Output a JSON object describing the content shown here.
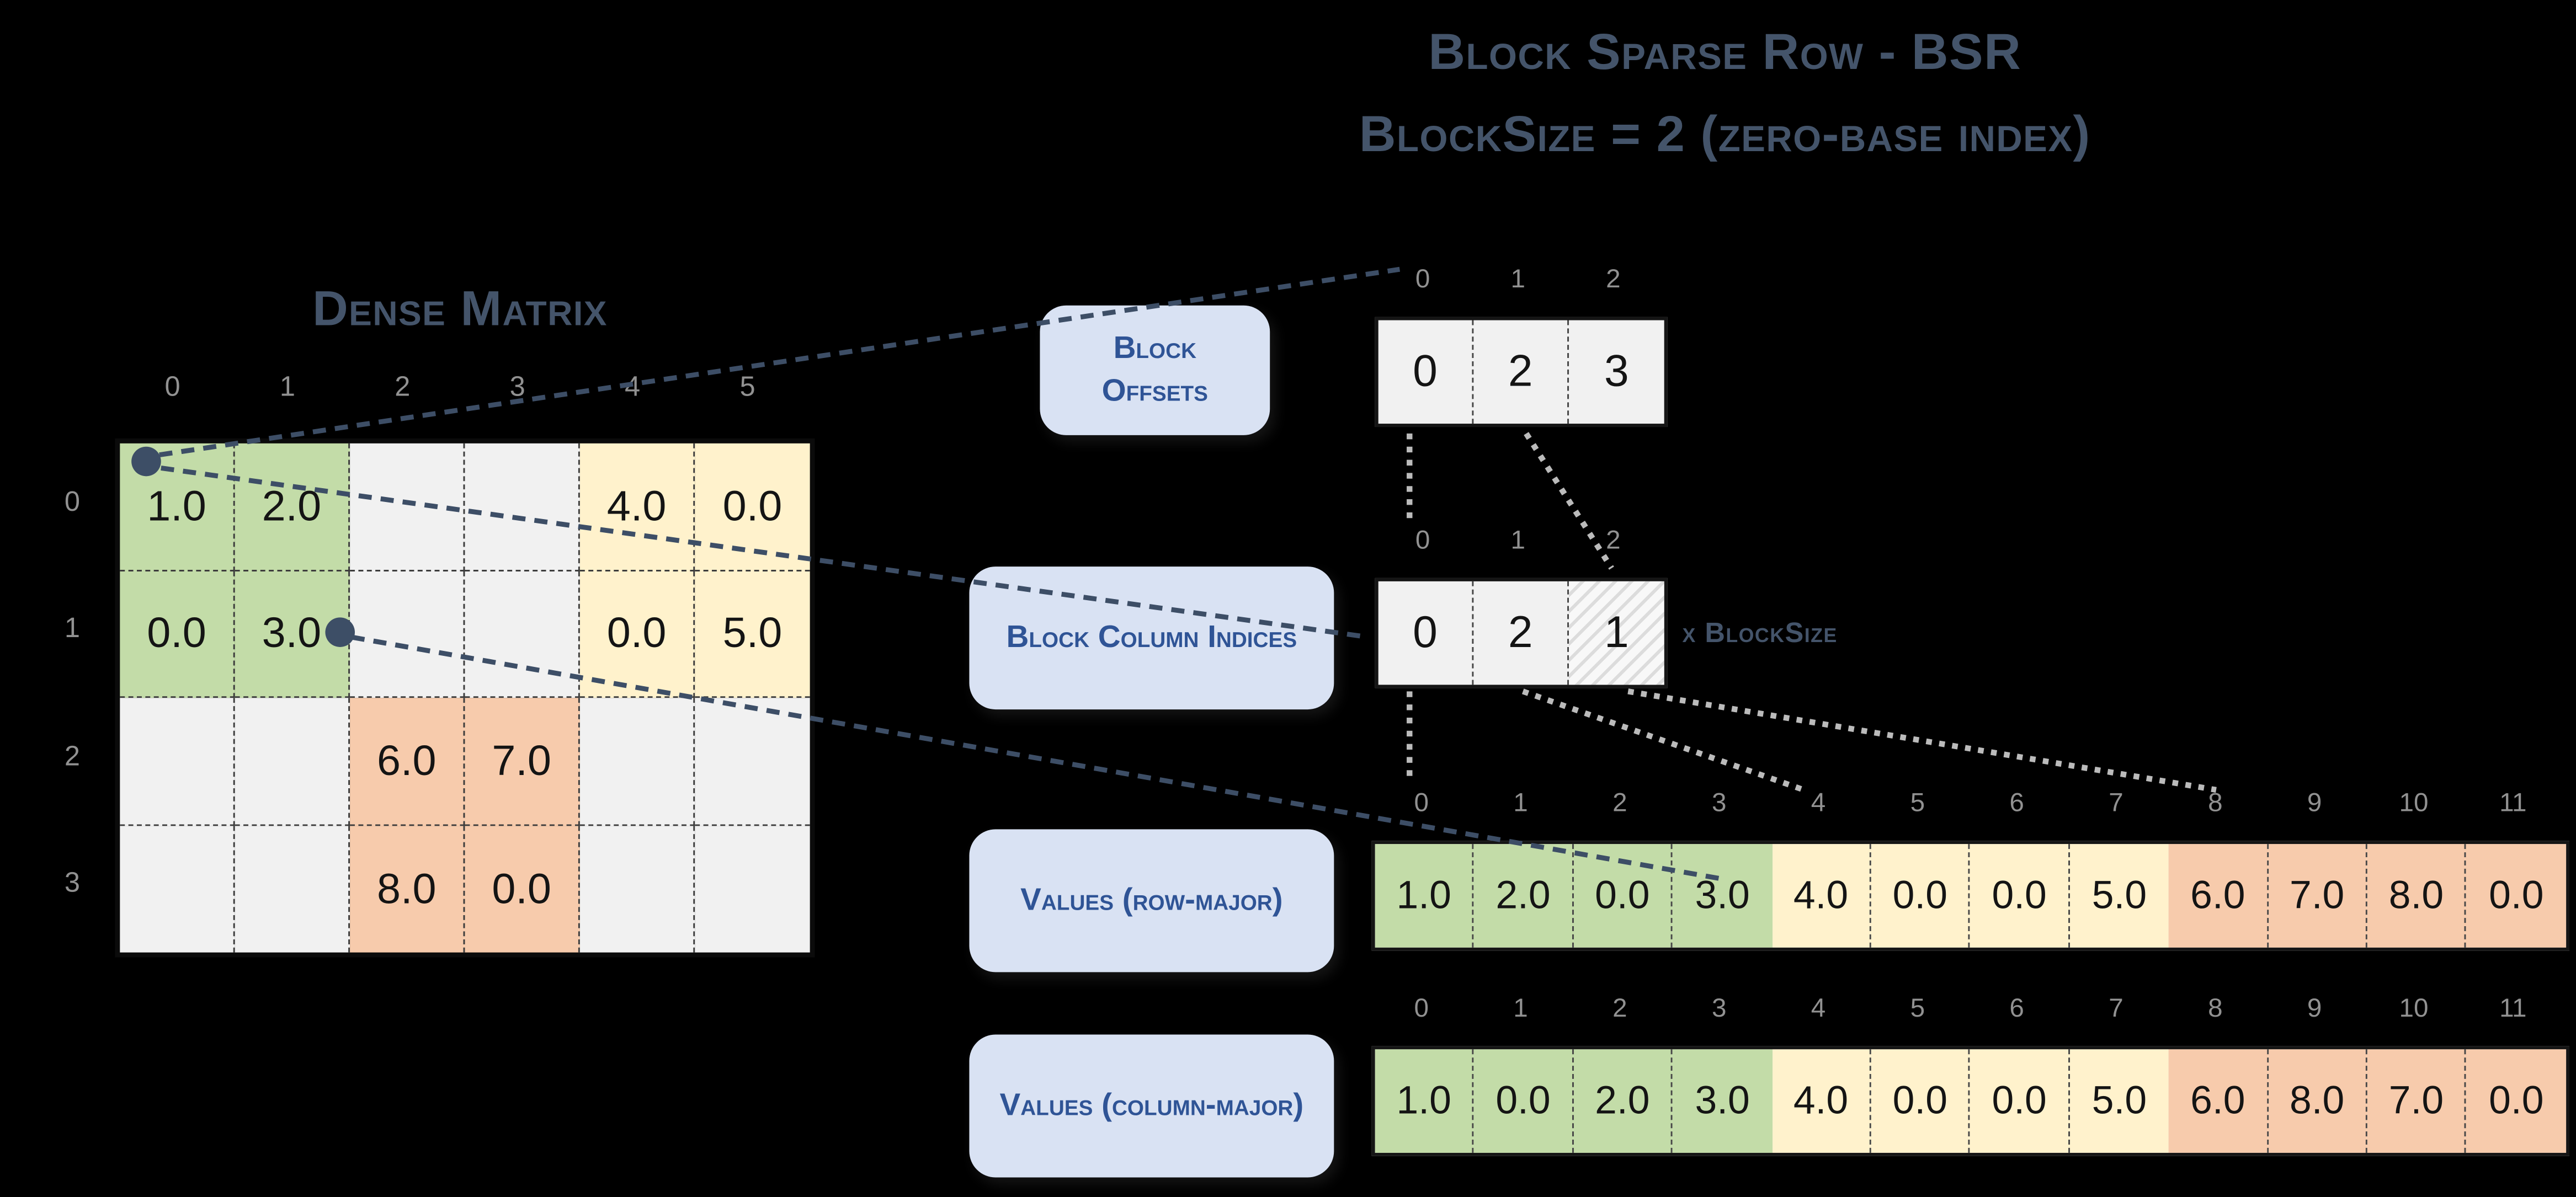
{
  "title": {
    "line1": "Block Sparse Row - BSR",
    "line2": "BlockSize = 2 (zero-base index)"
  },
  "dense_matrix": {
    "title": "Dense Matrix",
    "col_labels": [
      "0",
      "1",
      "2",
      "3",
      "4",
      "5"
    ],
    "row_labels": [
      "0",
      "1",
      "2",
      "3"
    ],
    "rows": [
      [
        "1.0",
        "2.0",
        "",
        "",
        "4.0",
        "0.0"
      ],
      [
        "0.0",
        "3.0",
        "",
        "",
        "0.0",
        "5.0"
      ],
      [
        "",
        "",
        "6.0",
        "7.0",
        "",
        ""
      ],
      [
        "",
        "",
        "8.0",
        "0.0",
        "",
        ""
      ]
    ]
  },
  "block_offsets": {
    "label": "Block Offsets",
    "indices": [
      "0",
      "1",
      "2"
    ],
    "values": [
      "0",
      "2",
      "3"
    ]
  },
  "block_column_indices": {
    "label": "Block Column Indices",
    "indices": [
      "0",
      "1",
      "2"
    ],
    "values": [
      "0",
      "2",
      "1"
    ],
    "multiplier_note": "x BlockSize"
  },
  "values_row_major": {
    "label": "Values (row-major)",
    "indices": [
      "0",
      "1",
      "2",
      "3",
      "4",
      "5",
      "6",
      "7",
      "8",
      "9",
      "10",
      "11"
    ],
    "values": [
      "1.0",
      "2.0",
      "0.0",
      "3.0",
      "4.0",
      "0.0",
      "0.0",
      "5.0",
      "6.0",
      "7.0",
      "8.0",
      "0.0"
    ]
  },
  "values_column_major": {
    "label": "Values (column-major)",
    "indices": [
      "0",
      "1",
      "2",
      "3",
      "4",
      "5",
      "6",
      "7",
      "8",
      "9",
      "10",
      "11"
    ],
    "values": [
      "1.0",
      "0.0",
      "2.0",
      "3.0",
      "4.0",
      "0.0",
      "0.0",
      "5.0",
      "6.0",
      "8.0",
      "7.0",
      "0.0"
    ]
  },
  "colors": {
    "block_green": "#C3DCA8",
    "block_yellow": "#FFF2CC",
    "block_orange": "#F7CBAC",
    "cell_gray": "#F1F1F1",
    "label_box_fill": "#D9E2F3",
    "label_text": "#2F5496",
    "heading_text": "#44546A",
    "index_text": "#919191",
    "connector_navy": "#3D4E66",
    "connector_gray": "#BBBBBB"
  }
}
